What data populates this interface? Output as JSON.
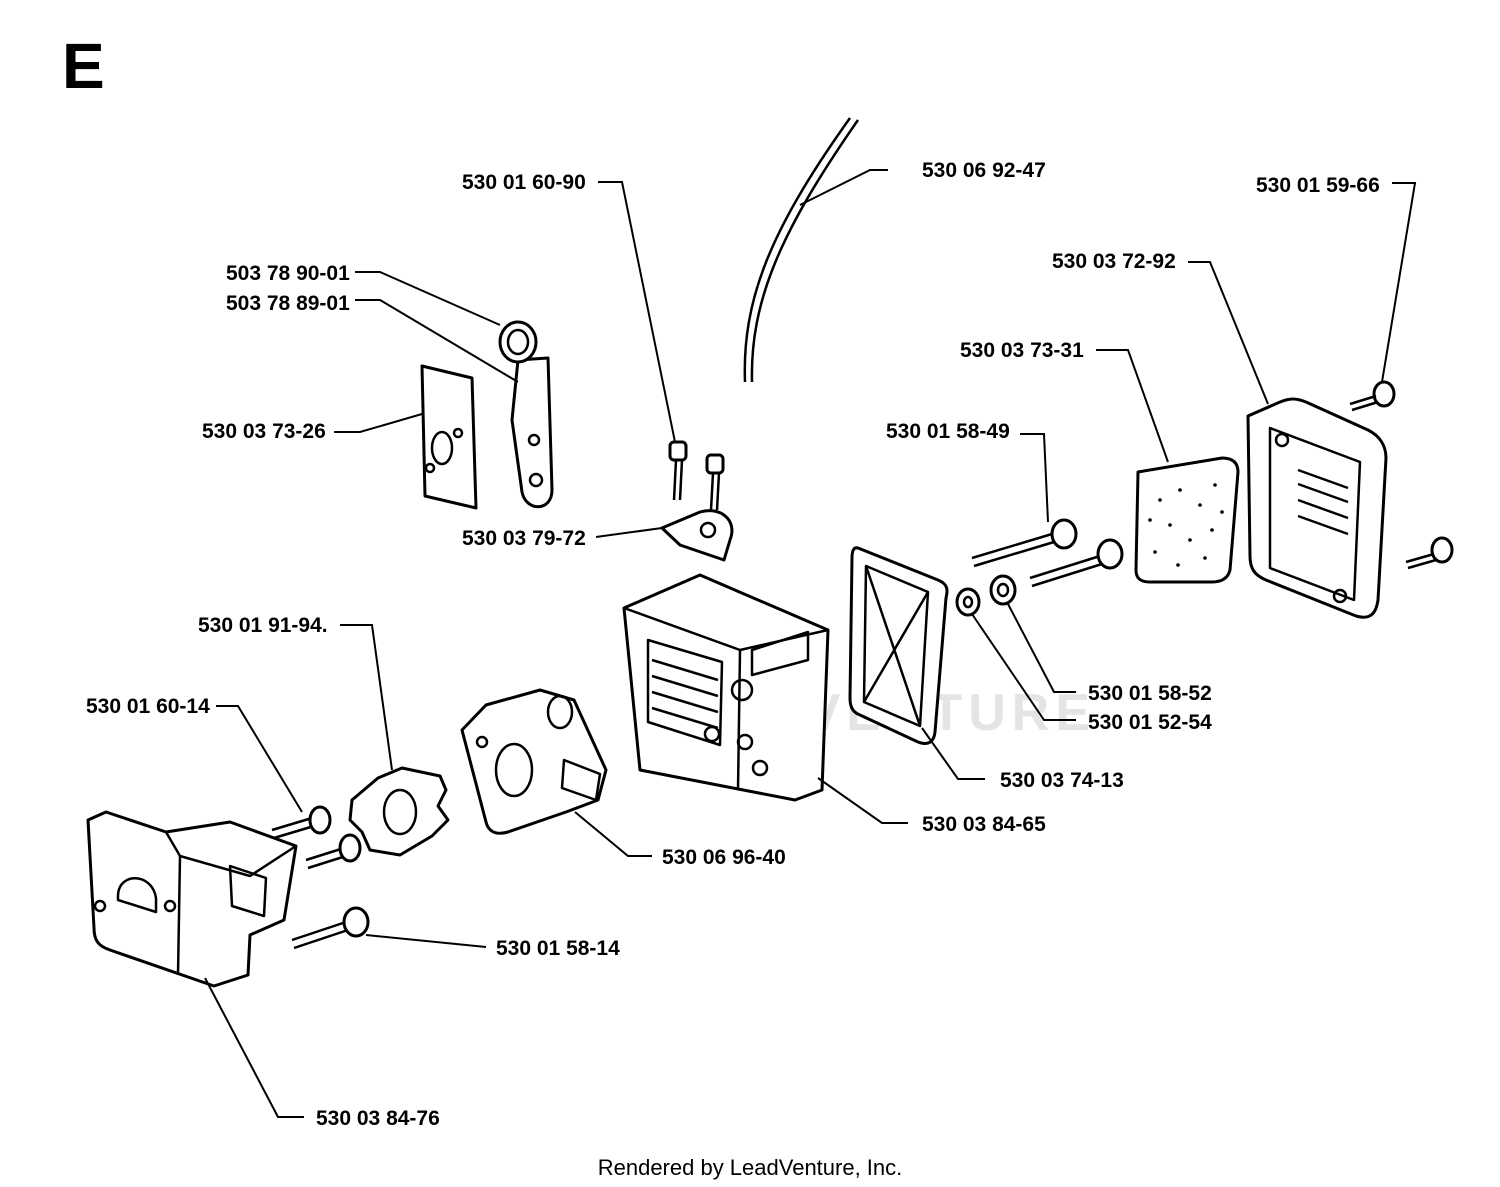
{
  "section_letter": "E",
  "watermark": "LEADVENTURE",
  "footer": "Rendered by LeadVenture, Inc.",
  "labels": {
    "p01": "530 01 60-90",
    "p02": "530 06 92-47",
    "p03": "530 01 59-66",
    "p04": "503 78 90-01",
    "p05": "503 78 89-01",
    "p06": "530 03 72-92",
    "p07": "530 03 73-31",
    "p08": "530 03 73-26",
    "p09": "530 01 58-49",
    "p10": "530 03 79-72",
    "p11": "530 01 91-94.",
    "p12": "530 01 60-14",
    "p13": "530 01 58-52",
    "p14": "530 01 52-54",
    "p15": "530 03 74-13",
    "p16": "530 03 84-65",
    "p17": "530 06 96-40",
    "p18": "530 01 58-14",
    "p19": "530 03 84-76"
  }
}
